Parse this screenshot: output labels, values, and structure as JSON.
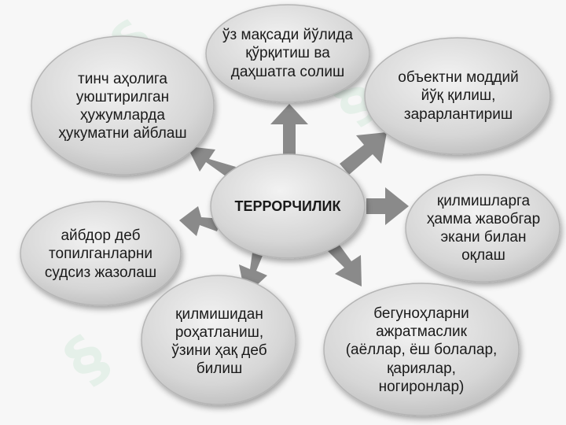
{
  "center": {
    "label": "ТЕРРОРЧИЛИК"
  },
  "nodes": [
    {
      "id": "top",
      "text": "ўз мақсади йўлида\nқўрқитиш ва\nдаҳшатга солиш"
    },
    {
      "id": "top-right",
      "text": "объектни моддий\nйўқ қилиш,\nзарарлантириш"
    },
    {
      "id": "right",
      "text": "қилмишларга\nҳамма жавобгар\nэкани билан\nоқлаш"
    },
    {
      "id": "bottom-right",
      "text": "бегуноҳларни\nажратмаслик\n(аёллар, ёш болалар,\nқариялар,\nногиронлар)"
    },
    {
      "id": "bottom-left",
      "text": "қилмишидан\nроҳатланиш,\nўзини ҳақ деб\nбилиш"
    },
    {
      "id": "left",
      "text": "айбдор деб\nтопилганларни\nсудсиз жазолаш"
    },
    {
      "id": "top-left",
      "text": "тинч аҳолига\nуюштирилган\nҳужумларда\nҳукуматни айблаш"
    }
  ],
  "colors": {
    "ellipse_fill": "#d9d9d9",
    "ellipse_stroke": "#b5b5b5",
    "arrow_fill": "#8a8a8a",
    "text": "#1a1a1a"
  }
}
